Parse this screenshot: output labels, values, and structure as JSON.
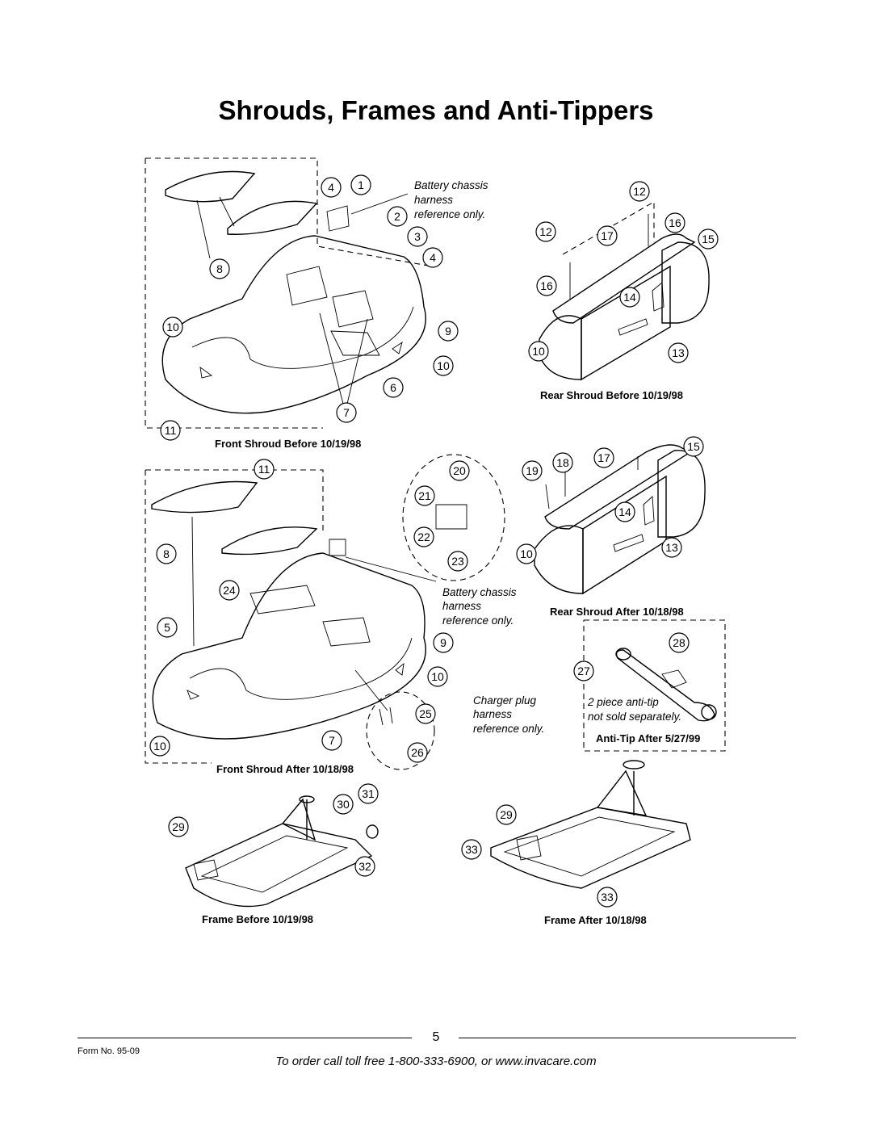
{
  "title": "Shrouds, Frames and Anti-Tippers",
  "captions": {
    "front_before": "Front Shroud Before 10/19/98",
    "rear_before": "Rear Shroud Before 10/19/98",
    "front_after": "Front Shroud After 10/18/98",
    "rear_after": "Rear Shroud After 10/18/98",
    "anti_tip": "Anti-Tip After 5/27/99",
    "frame_before": "Frame Before 10/19/98",
    "frame_after": "Frame After 10/18/98"
  },
  "notes": {
    "battery_1": [
      "Battery chassis",
      "harness",
      "reference only."
    ],
    "battery_2": [
      "Battery chassis",
      "harness",
      "reference only."
    ],
    "charger": [
      "Charger plug",
      "harness",
      "reference only."
    ],
    "antitip": [
      "2 piece anti-tip",
      "not sold separately."
    ]
  },
  "callouts": {
    "fb": [
      "4",
      "1",
      "2",
      "3",
      "4",
      "8",
      "10",
      "9",
      "10",
      "6",
      "7",
      "11"
    ],
    "rb": [
      "12",
      "12",
      "16",
      "17",
      "15",
      "16",
      "14",
      "10",
      "13"
    ],
    "fa": [
      "11",
      "8",
      "24",
      "5",
      "9",
      "10",
      "10",
      "7",
      "20",
      "21",
      "22",
      "23",
      "25",
      "26"
    ],
    "ra": [
      "15",
      "19",
      "18",
      "17",
      "14",
      "10",
      "13"
    ],
    "at": [
      "28",
      "27"
    ],
    "fr": [
      "29",
      "30",
      "31",
      "32",
      "29",
      "33",
      "33"
    ]
  },
  "footer": {
    "page": "5",
    "form": "Form No.  95-09",
    "order": "To order call toll free 1-800-333-6900, or www.invacare.com"
  }
}
